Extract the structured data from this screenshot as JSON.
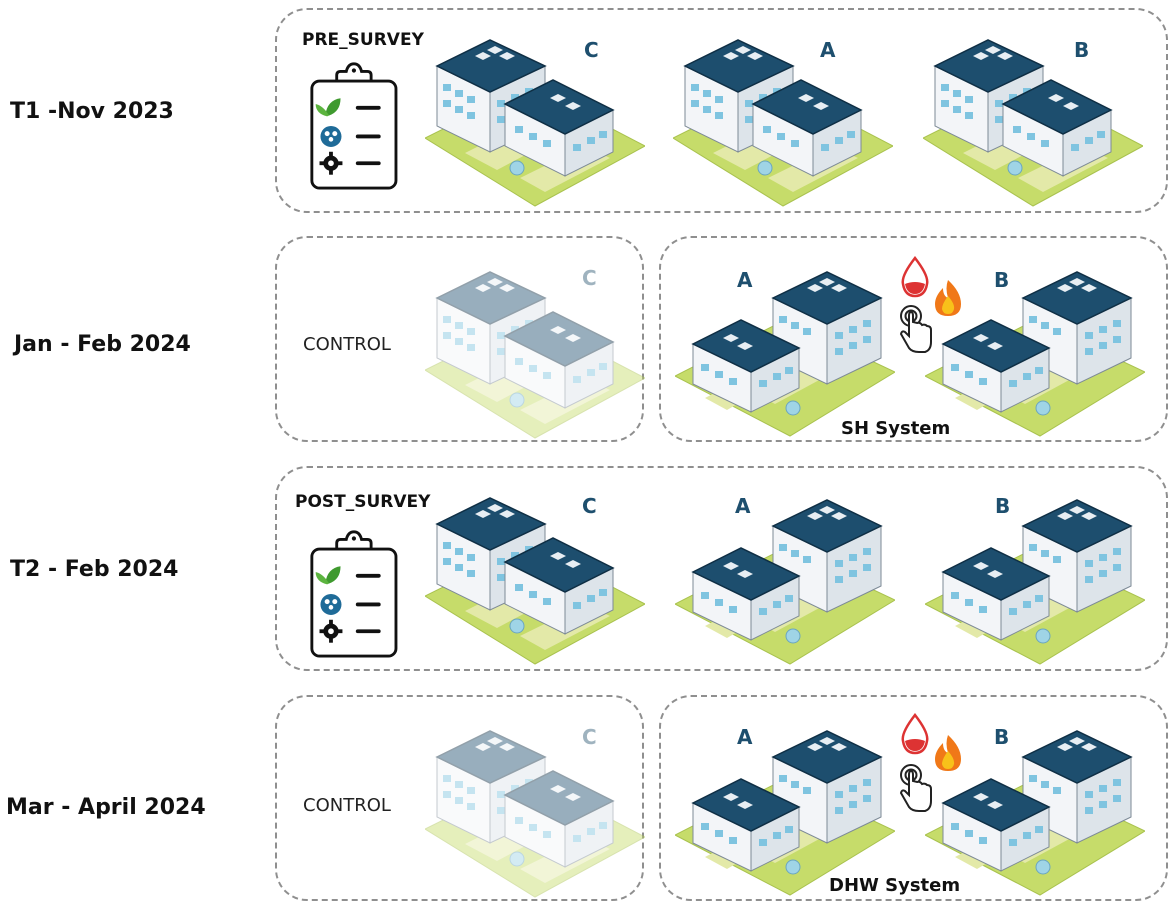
{
  "rows": [
    {
      "period": "T1 -Nov 2023",
      "panel": {
        "label": "PRE_SURVEY",
        "buildings": [
          "C",
          "A",
          "B"
        ]
      }
    },
    {
      "period": "Jan - Feb 2024",
      "control": {
        "label": "CONTROL",
        "building": "C"
      },
      "intervention": {
        "label": "SH System",
        "buildings": [
          "A",
          "B"
        ]
      }
    },
    {
      "period": "T2 - Feb 2024",
      "panel": {
        "label": "POST_SURVEY",
        "buildings": [
          "C",
          "A",
          "B"
        ]
      }
    },
    {
      "period": "Mar - April 2024",
      "control": {
        "label": "CONTROL",
        "building": "C"
      },
      "intervention": {
        "label": "DHW System",
        "buildings": [
          "A",
          "B"
        ]
      }
    }
  ],
  "icons": {
    "survey": [
      "clipboard-icon",
      "leaf-icon",
      "people-icon",
      "gear-icon"
    ],
    "intervention": [
      "water-drop-icon",
      "flame-icon",
      "touch-hand-icon"
    ]
  },
  "colors": {
    "roof": "#1d4e6e",
    "wall": "#e8eef3",
    "window": "#7fc4e0",
    "grass": "#c6dc6a",
    "path": "#e3e9a8",
    "letter": "#1e4f6e",
    "border": "#8f8f8f"
  }
}
